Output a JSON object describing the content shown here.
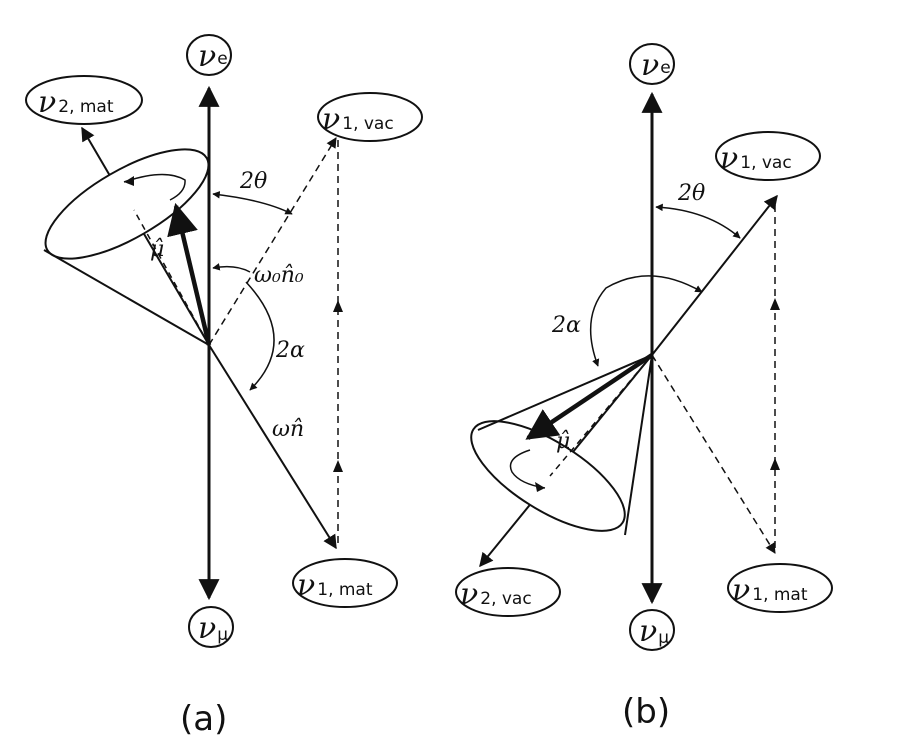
{
  "panel_a": {
    "caption": "(a)",
    "labels": {
      "nu_e": {
        "main": "ν",
        "sub": "e"
      },
      "nu_mu": {
        "main": "ν",
        "sub": "μ"
      },
      "nu2_mat": {
        "main": "ν",
        "sub": "2, mat"
      },
      "nu1_vac": {
        "main": "ν",
        "sub": "1, vac"
      },
      "nu1_mat": {
        "main": "ν",
        "sub": "1, mat"
      }
    },
    "angle_2theta": "2θ",
    "angle_2alpha": "2α",
    "omega0_n0": "ω₀n̂₀",
    "omega_n": "ωn̂",
    "mu_hat": "μ̂"
  },
  "panel_b": {
    "caption": "(b)",
    "labels": {
      "nu_e": {
        "main": "ν",
        "sub": "e"
      },
      "nu_mu": {
        "main": "ν",
        "sub": "μ"
      },
      "nu1_vac": {
        "main": "ν",
        "sub": "1, vac"
      },
      "nu2_vac": {
        "main": "ν",
        "sub": "2, vac"
      },
      "nu1_mat": {
        "main": "ν",
        "sub": "1, mat"
      }
    },
    "angle_2theta": "2θ",
    "angle_2alpha": "2α",
    "mu_hat": "μ̂"
  }
}
